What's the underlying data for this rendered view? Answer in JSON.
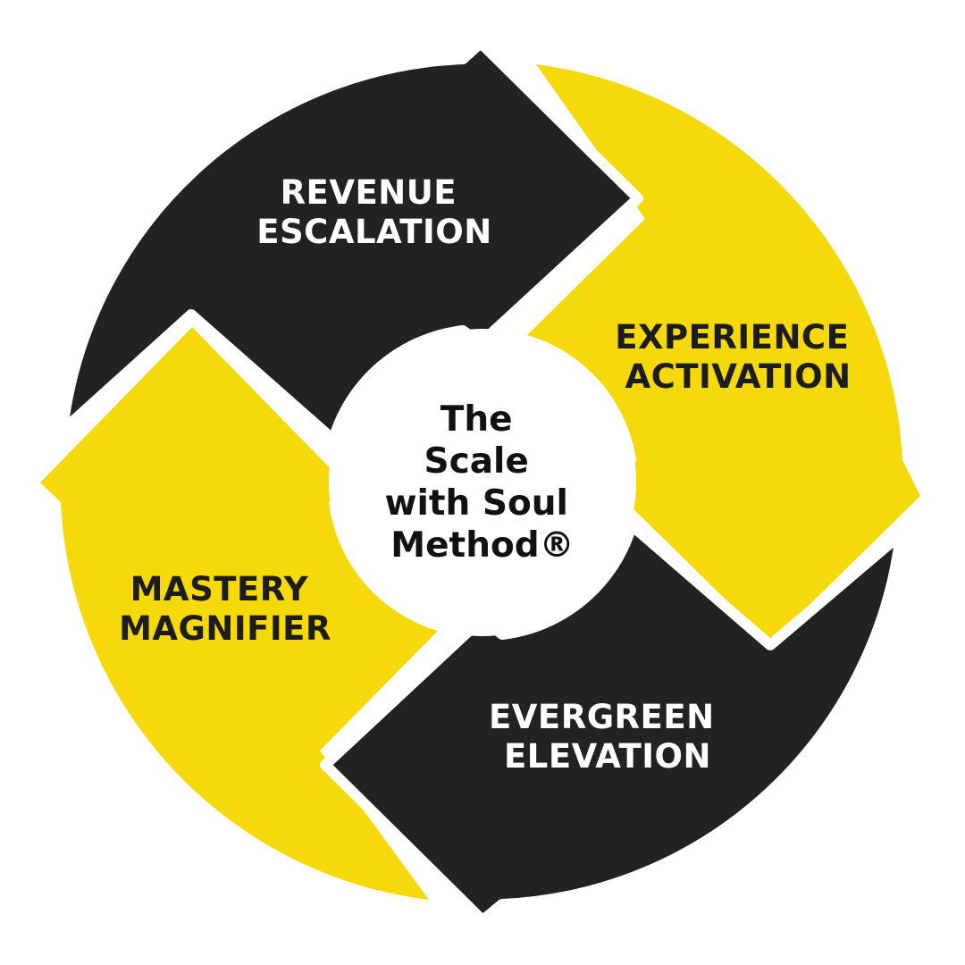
{
  "center": {
    "lines": [
      "The",
      "Scale",
      "with Soul",
      "Method®"
    ]
  },
  "segments": [
    {
      "id": "revenue",
      "lines": [
        "REVENUE",
        "ESCALATION"
      ],
      "fill": "#222222",
      "text_color": "#ffffff"
    },
    {
      "id": "experience",
      "lines": [
        "EXPERIENCE",
        "ACTIVATION"
      ],
      "fill": "#f5d90a",
      "text_color": "#1c1c1c"
    },
    {
      "id": "evergreen",
      "lines": [
        "EVERGREEN",
        "ELEVATION"
      ],
      "fill": "#222222",
      "text_color": "#ffffff"
    },
    {
      "id": "mastery",
      "lines": [
        "MASTERY",
        "MAGNIFIER"
      ],
      "fill": "#f5d90a",
      "text_color": "#1c1c1c"
    }
  ],
  "colors": {
    "dark": "#222222",
    "yellow": "#f5d90a",
    "background": "#ffffff"
  }
}
